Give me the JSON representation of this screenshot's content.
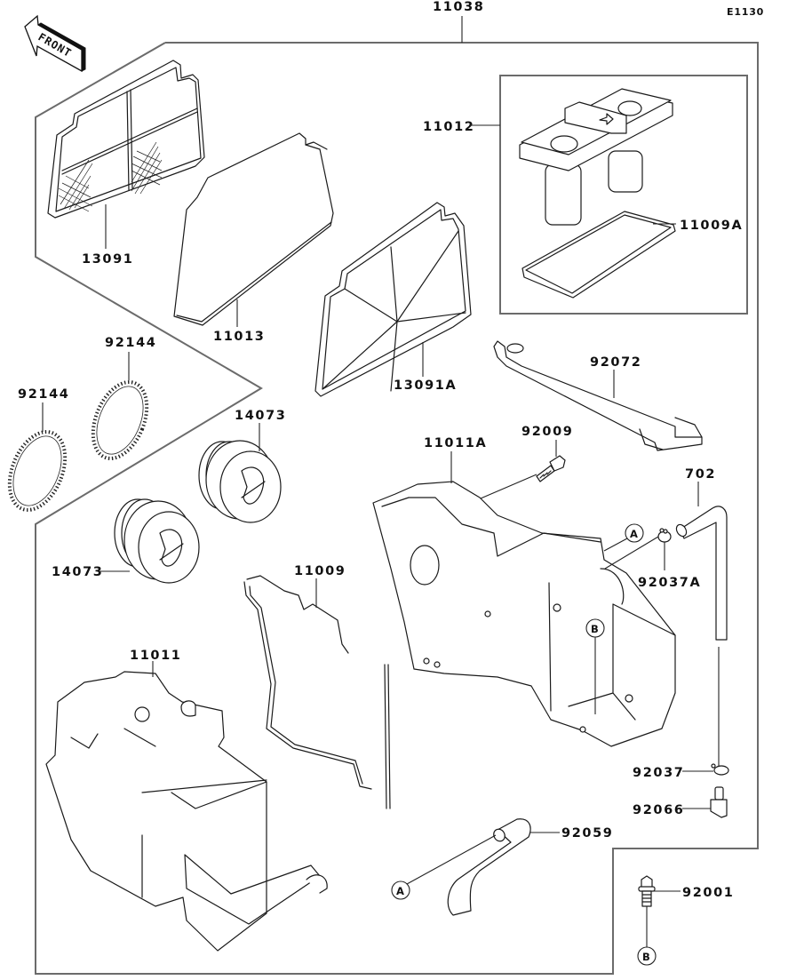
{
  "diagram": {
    "type": "exploded parts diagram",
    "figure_code": "E1130",
    "orientation_badge": "FRONT",
    "assembly_label": "11038",
    "box_label": "11012",
    "parts": [
      {
        "id": "11038",
        "label": "11038",
        "description": "case assembly (outline group)"
      },
      {
        "id": "13091",
        "label": "13091",
        "description": "mesh filter frame"
      },
      {
        "id": "11013",
        "label": "11013",
        "description": "filter element"
      },
      {
        "id": "13091A",
        "label": "13091A",
        "description": "filter cage frame"
      },
      {
        "id": "11012",
        "label": "11012",
        "description": "cover assembly"
      },
      {
        "id": "11009A",
        "label": "11009A",
        "description": "cover gasket"
      },
      {
        "id": "92072",
        "label": "92072",
        "description": "strap / holder"
      },
      {
        "id": "92144a",
        "label": "92144",
        "description": "spring ring"
      },
      {
        "id": "92144b",
        "label": "92144",
        "description": "spring ring"
      },
      {
        "id": "14073a",
        "label": "14073",
        "description": "plug cap"
      },
      {
        "id": "14073b",
        "label": "14073",
        "description": "plug cap"
      },
      {
        "id": "92009",
        "label": "92009",
        "description": "screw"
      },
      {
        "id": "11011A",
        "label": "11011A",
        "description": "case half"
      },
      {
        "id": "702",
        "label": "702",
        "description": "bent hose"
      },
      {
        "id": "92037A",
        "label": "92037A",
        "description": "clamp"
      },
      {
        "id": "11009",
        "label": "11009",
        "description": "case gasket"
      },
      {
        "id": "11011",
        "label": "11011",
        "description": "case body"
      },
      {
        "id": "92037",
        "label": "92037",
        "description": "clamp"
      },
      {
        "id": "92066",
        "label": "92066",
        "description": "plug"
      },
      {
        "id": "92059",
        "label": "92059",
        "description": "hose"
      },
      {
        "id": "92001",
        "label": "92001",
        "description": "bolt"
      }
    ],
    "reference_markers": [
      {
        "id": "A1",
        "letter": "A"
      },
      {
        "id": "B1",
        "letter": "B"
      },
      {
        "id": "A2",
        "letter": "A"
      },
      {
        "id": "B2",
        "letter": "B"
      }
    ]
  }
}
